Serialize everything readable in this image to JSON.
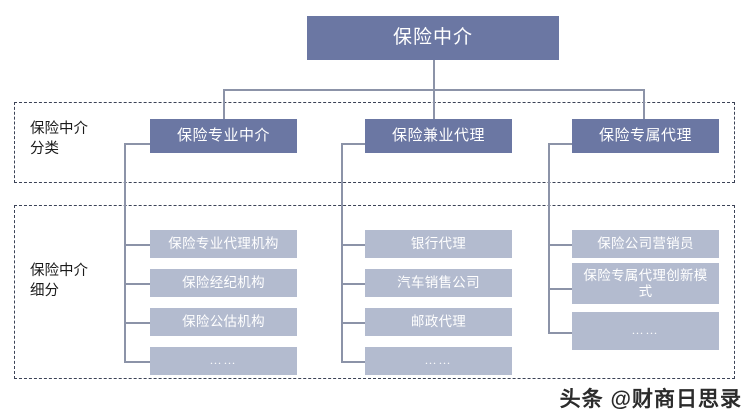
{
  "diagram": {
    "root": {
      "label": "保险中介"
    },
    "groups": [
      {
        "id": "classification",
        "label": "保险中介\n分类",
        "label_line1": "保险中介",
        "label_line2": "分类"
      },
      {
        "id": "subdivision",
        "label": "保险中介\n细分",
        "label_line1": "保险中介",
        "label_line2": "细分"
      }
    ],
    "branches": [
      {
        "id": "professional",
        "label": "保险专业中介",
        "children": [
          {
            "label": "保险专业代理机构"
          },
          {
            "label": "保险经纪机构"
          },
          {
            "label": "保险公估机构"
          },
          {
            "label": "……"
          }
        ]
      },
      {
        "id": "part-time",
        "label": "保险兼业代理",
        "children": [
          {
            "label": "银行代理"
          },
          {
            "label": "汽车销售公司"
          },
          {
            "label": "邮政代理"
          },
          {
            "label": "……"
          }
        ]
      },
      {
        "id": "exclusive",
        "label": "保险专属代理",
        "children": [
          {
            "label": "保险公司营销员"
          },
          {
            "label": "保险专属代理创新模式"
          },
          {
            "label": "……"
          }
        ]
      }
    ],
    "watermark": {
      "prefix": "头条",
      "handle": "@财商日思录"
    },
    "colors": {
      "node_dark": "#6b77a3",
      "node_light": "#b3bbcf",
      "frame_dash": "#3b4256",
      "connector": "#8c93a8",
      "text_on_node": "#ffffff"
    }
  }
}
